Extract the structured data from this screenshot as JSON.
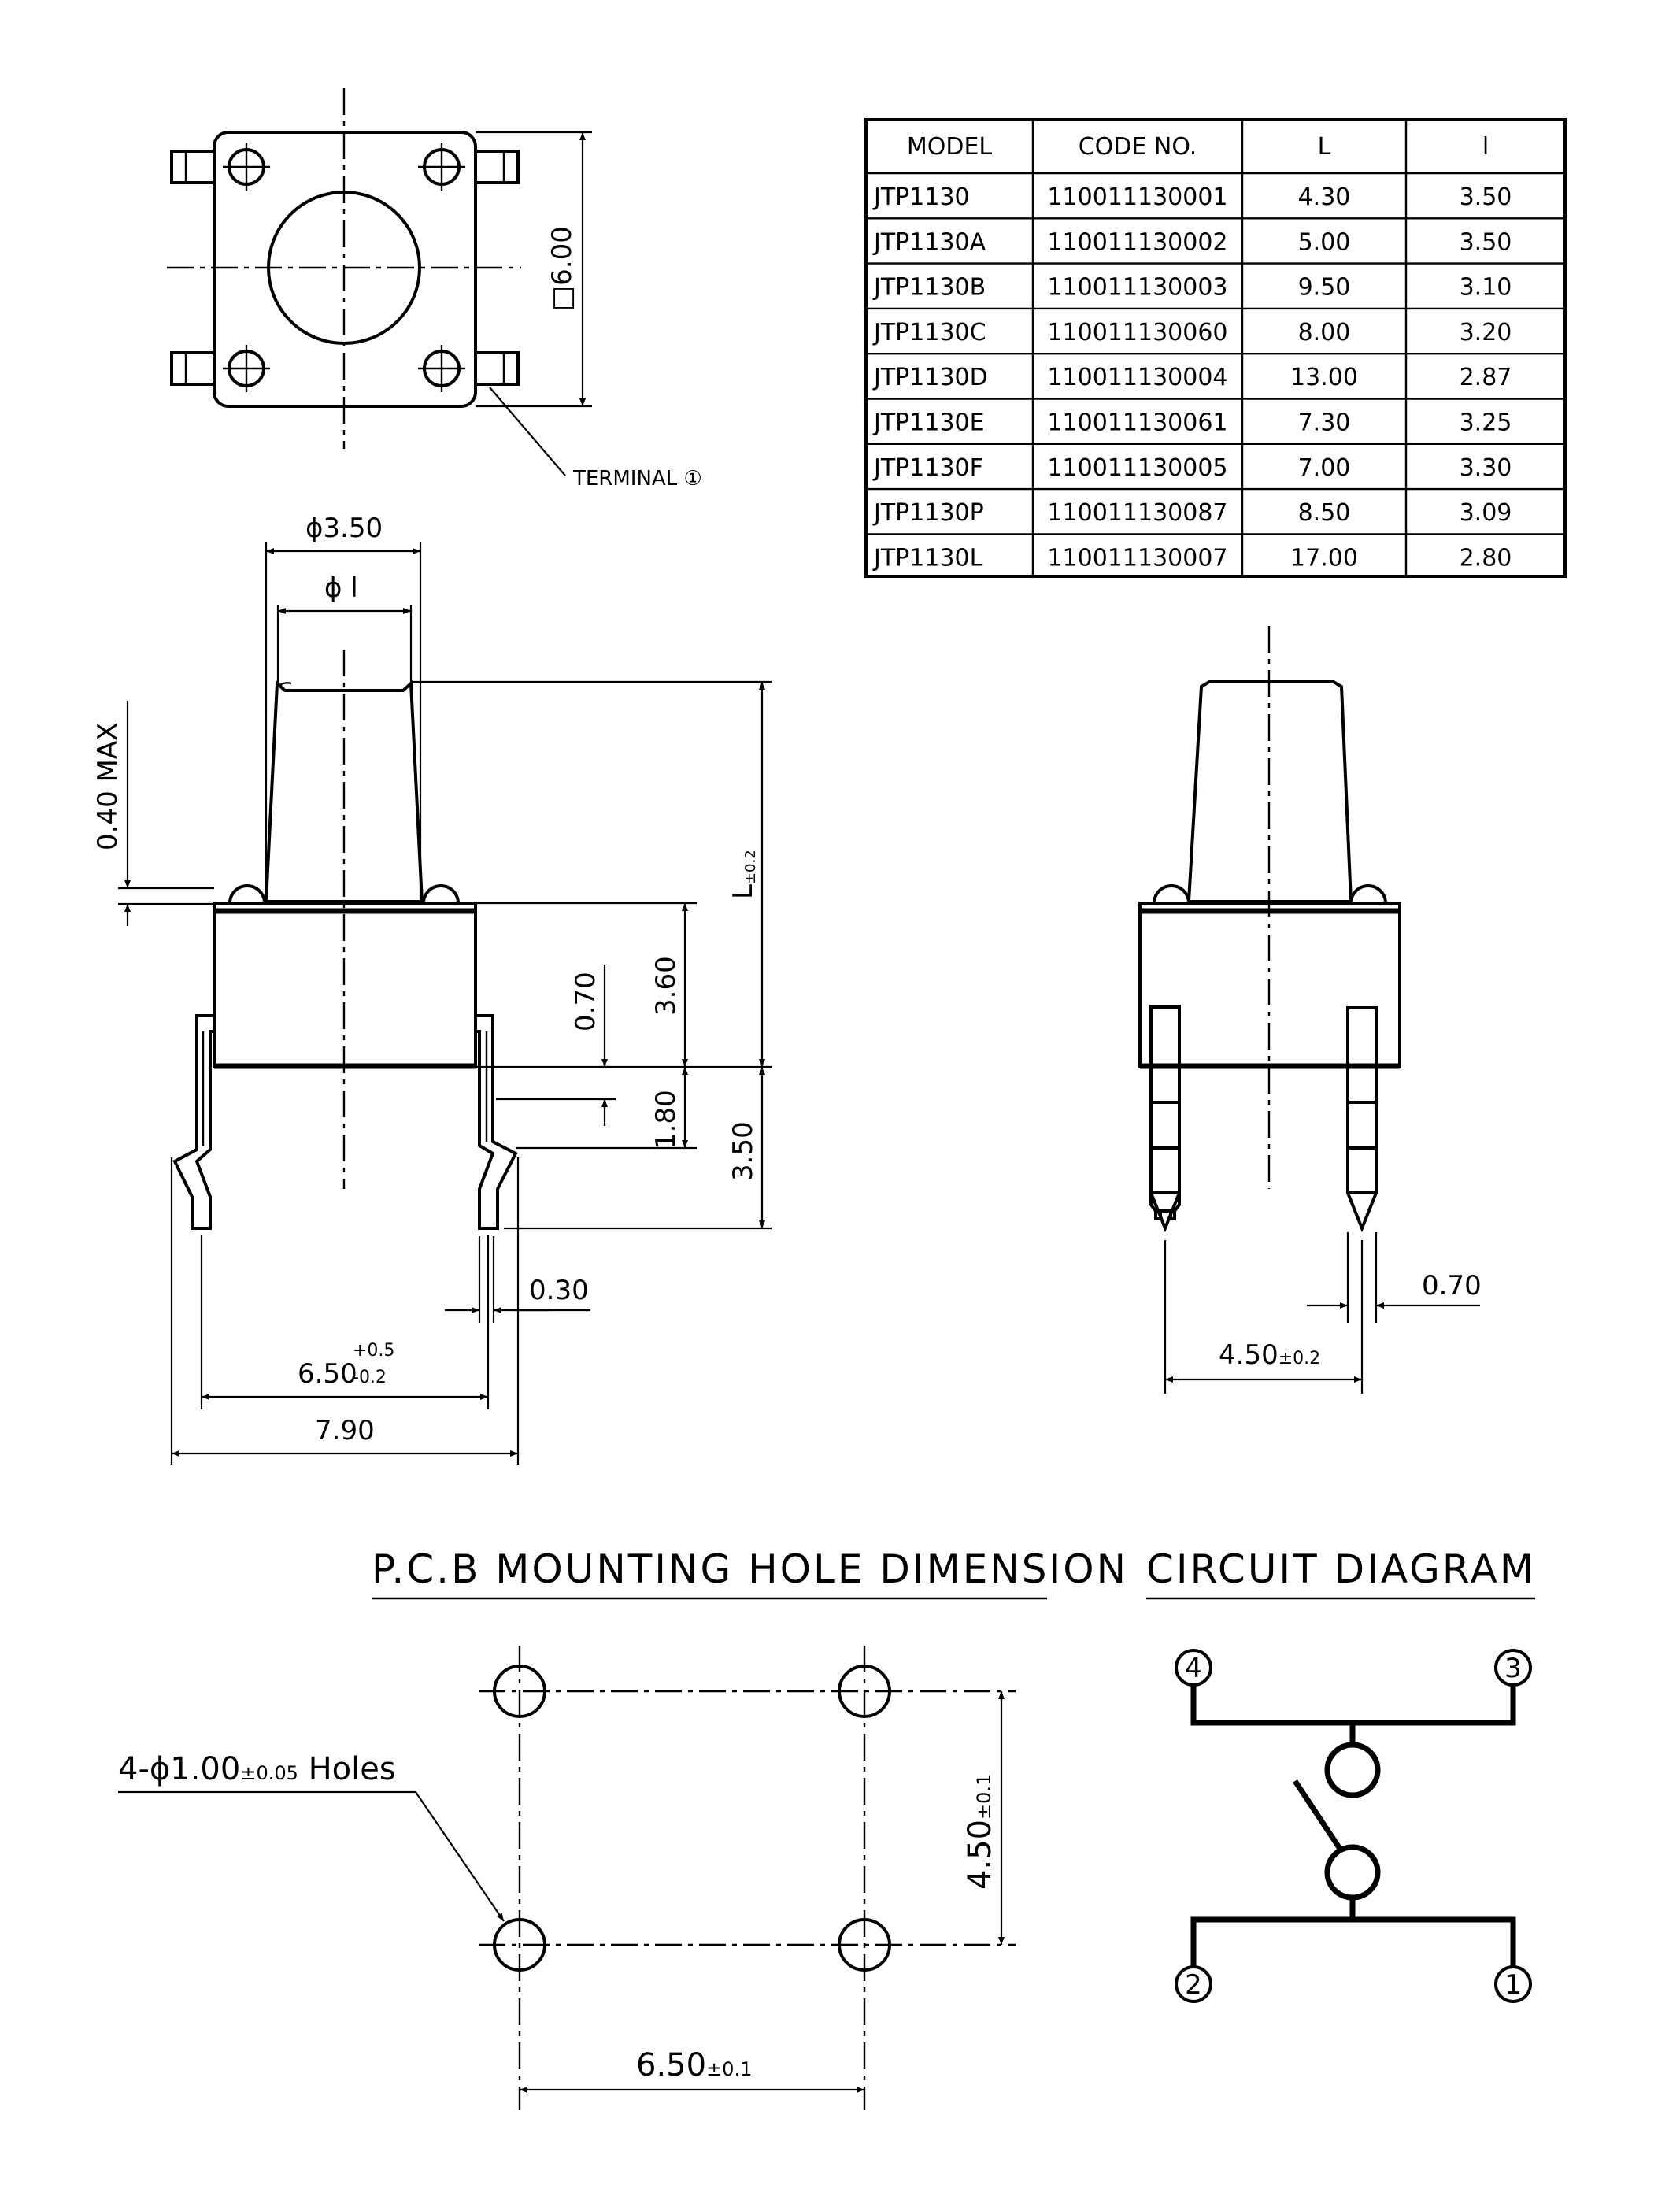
{
  "terminal_label": "TERMINAL ①",
  "square_dim": "□6.00",
  "table": {
    "headers": [
      "MODEL",
      "CODE NO.",
      "L",
      "l"
    ],
    "rows": [
      [
        "JTP1130",
        "110011130001",
        "4.30",
        "3.50"
      ],
      [
        "JTP1130A",
        "110011130002",
        "5.00",
        "3.50"
      ],
      [
        "JTP1130B",
        "110011130003",
        "9.50",
        "3.10"
      ],
      [
        "JTP1130C",
        "110011130060",
        "8.00",
        "3.20"
      ],
      [
        "JTP1130D",
        "110011130004",
        "13.00",
        "2.87"
      ],
      [
        "JTP1130E",
        "110011130061",
        "7.30",
        "3.25"
      ],
      [
        "JTP1130F",
        "110011130005",
        "7.00",
        "3.30"
      ],
      [
        "JTP1130P",
        "110011130087",
        "8.50",
        "3.09"
      ],
      [
        "JTP1130L",
        "110011130007",
        "17.00",
        "2.80"
      ]
    ]
  },
  "side_view": {
    "dia_outer": "ϕ3.50",
    "dia_inner": "ϕ l",
    "max_label": "0.40 MAX",
    "l_main": "L",
    "l_tol": "±0.2",
    "d_070": "0.70",
    "d_360": "3.60",
    "d_180": "1.80",
    "d_350": "3.50",
    "d_030": "0.30",
    "d_650_main": "6.50",
    "d_650_plus": "+0.5",
    "d_650_minus": "-0.2",
    "d_790": "7.90"
  },
  "front_view": {
    "d_070": "0.70",
    "d_450_main": "4.50",
    "d_450_tol": "±0.2"
  },
  "pcb": {
    "title": "P.C.B MOUNTING HOLE DIMENSION",
    "holes_main": "4-ϕ1.00",
    "holes_tol": "±0.05",
    "holes_suffix": " Holes",
    "d_450_main": "4.50",
    "d_450_tol": "±0.1",
    "d_650_main": "6.50",
    "d_650_tol": "±0.1"
  },
  "circuit": {
    "title": "CIRCUIT DIAGRAM",
    "pins": [
      "4",
      "3",
      "2",
      "1"
    ]
  }
}
